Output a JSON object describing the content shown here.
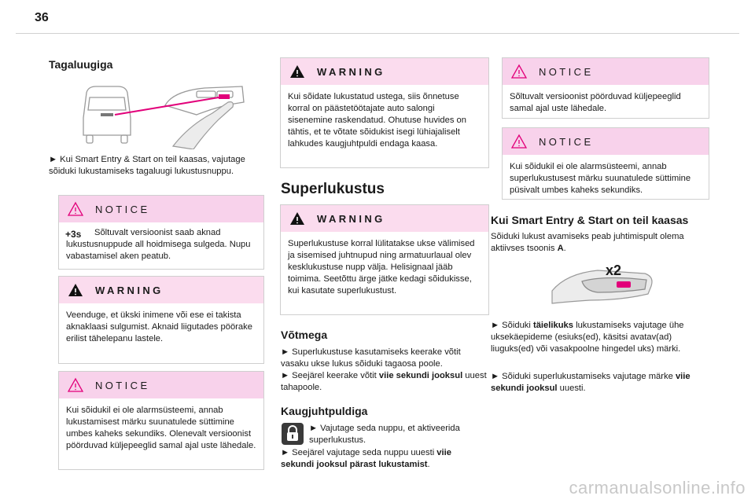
{
  "page_number": "36",
  "col1": {
    "heading": "Tagaluugiga",
    "para": "► Kui Smart Entry & Start on teil kaasas, vajutage sõiduki lukustamiseks tagaluugi lukustusnuppu.",
    "notice1": {
      "label": "NOTICE",
      "badge": "+3s",
      "text": "Sõltuvalt versioonist saab aknad lukustusnuppude all hoidmisega sulgeda. Nupu vabastamisel aken peatub."
    },
    "warning1": {
      "label": "WARNING",
      "text": "Veenduge, et ükski inimene või ese ei takista aknaklaasi sulgumist. Aknaid liigutades pöörake erilist tähelepanu lastele."
    },
    "notice2": {
      "label": "NOTICE",
      "text": "Kui sõidukil ei ole alarmsüsteemi, annab lukustamisest märku suunatulede süttimine umbes kaheks sekundiks. Olenevalt versioonist pöörduvad küljepeeglid samal ajal uste lähedale."
    }
  },
  "col2": {
    "warning1": {
      "label": "WARNING",
      "text": "Kui sõidate lukustatud ustega, siis õnnetuse korral on päästetöötajate auto salongi sisenemine raskendatud. Ohutuse huvides on tähtis, et te võtate sõidukist isegi lühiajaliselt lahkudes kaugjuhtpuldi endaga kaasa."
    },
    "heading": "Superlukustus",
    "warning2": {
      "label": "WARNING",
      "text": "Superlukustuse korral lülitatakse ukse välimised ja sisemised juhtnupud ning armatuurlaual olev kesklukustuse nupp välja. Helisignaal jääb toimima. Seetõttu ärge jätke kedagi sõidukisse, kui kasutate superlukustust."
    },
    "sub1": "Võtmega",
    "sub1_l1": "► Superlukustuse kasutamiseks keerake võtit vasaku ukse lukus sõiduki tagaosa poole.",
    "sub1_l2a": "► Seejärel keerake võtit ",
    "sub1_l2b": "viie sekundi jooksul",
    "sub1_l2c": " uuest tahapoole.",
    "sub2": "Kaugjuhtpuldiga",
    "sub2_l1": "► Vajutage seda nuppu, et aktiveerida superlukustus.",
    "sub2_l2a": "► Seejärel vajutage seda nuppu uuesti ",
    "sub2_l2b": "viie sekundi jooksul pärast lukustamist",
    "sub2_l2c": "."
  },
  "col3": {
    "notice1": {
      "label": "NOTICE",
      "text": "Sõltuvalt versioonist pöörduvad küljepeeglid samal ajal uste lähedale."
    },
    "notice2": {
      "label": "NOTICE",
      "text": "Kui sõidukil ei ole alarmsüsteemi, annab superlukustusest märku suunatulede süttimine püsivalt umbes kaheks sekundiks."
    },
    "heading": "Kui Smart Entry & Start on teil kaasas",
    "para_a": "Sõiduki lukust avamiseks peab juhtimispult olema aktiivses tsoonis ",
    "para_b": "A",
    "para_c": ".",
    "x2": "x2",
    "l1a": "► Sõiduki ",
    "l1b": "täielikuks",
    "l1c": " lukustamiseks vajutage ühe uksekäepideme (esiuks(ed), käsitsi avatav(ad) liuguks(ed) või vasakpoolne hingedel uks) märki.",
    "l2a": "► Sõiduki superlukustamiseks vajutage märke ",
    "l2b": "viie sekundi jooksul",
    "l2c": " uuesti."
  },
  "watermark": "carmanualsonline.info",
  "colors": {
    "notice_bg": "#f8d2eb",
    "warning_bg": "#fbdcee",
    "accent": "#e2007a"
  }
}
